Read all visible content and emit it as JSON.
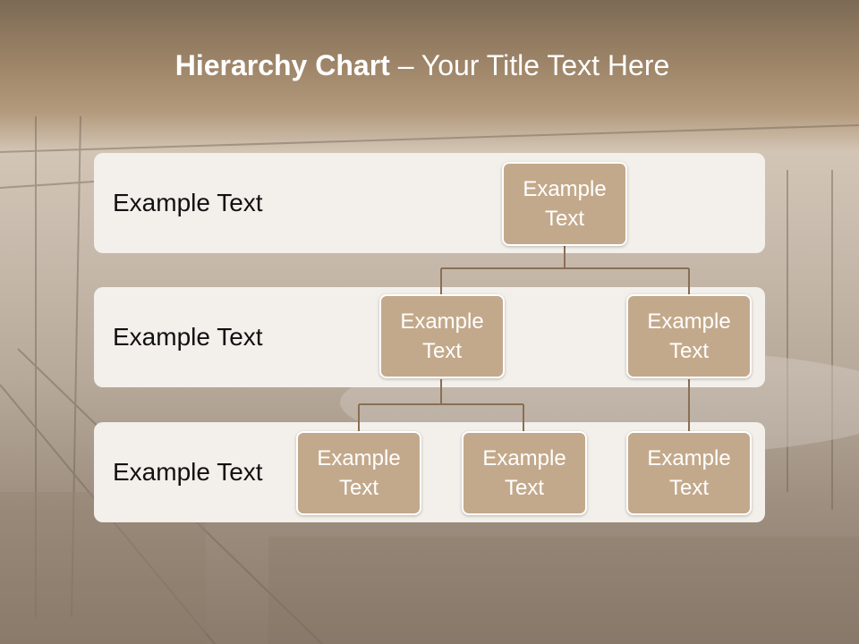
{
  "title": {
    "bold": "Hierarchy Chart",
    "dash": " – ",
    "rest": "Your Title Text Here"
  },
  "rows": [
    {
      "label": "Example Text"
    },
    {
      "label": "Example Text"
    },
    {
      "label": "Example Text"
    }
  ],
  "nodes": {
    "root": {
      "line1": "Example",
      "line2": "Text"
    },
    "mid_left": {
      "line1": "Example",
      "line2": "Text"
    },
    "mid_right": {
      "line1": "Example",
      "line2": "Text"
    },
    "leaf_1": {
      "line1": "Example",
      "line2": "Text"
    },
    "leaf_2": {
      "line1": "Example",
      "line2": "Text"
    },
    "leaf_3": {
      "line1": "Example",
      "line2": "Text"
    }
  },
  "colors": {
    "node_fill": "#c3a98b",
    "band_fill": "#f3efea",
    "connector": "#8a6f55",
    "title_band": "#9d8468"
  }
}
